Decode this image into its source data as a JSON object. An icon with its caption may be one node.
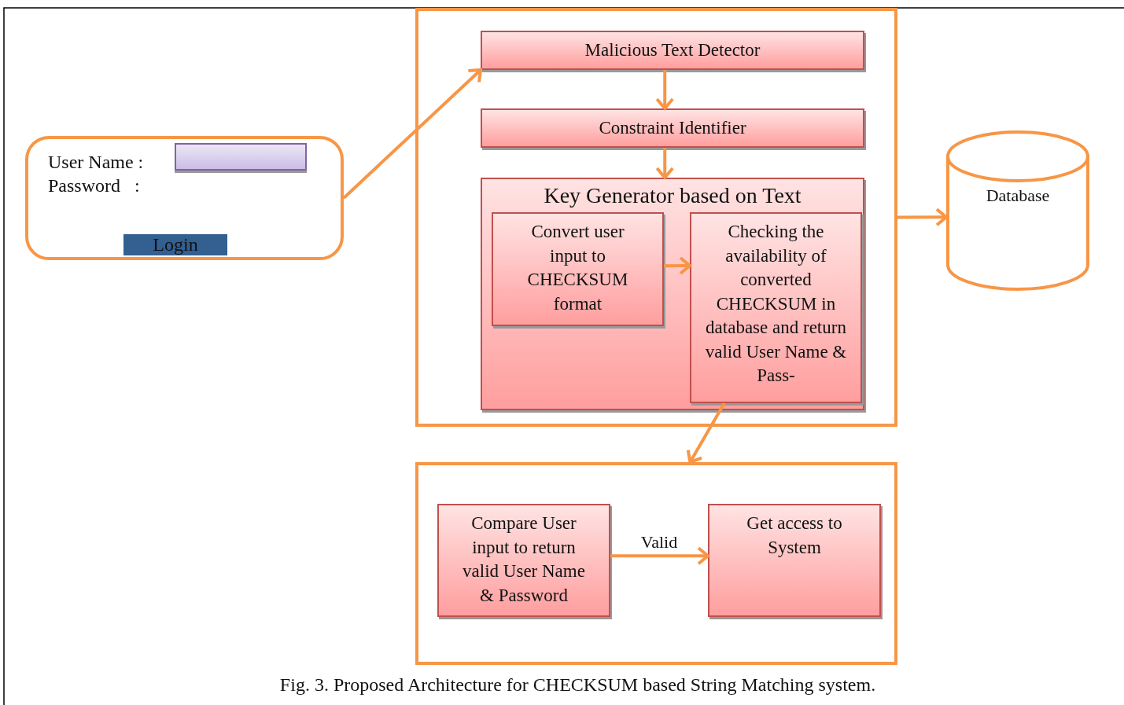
{
  "diagram": {
    "caption": "Fig. 3. Proposed Architecture for CHECKSUM based String Matching system.",
    "nodes": [
      {
        "text": [
          "User Name :",
          "Password   :"
        ]
      },
      {
        "text": [
          "Login"
        ],
        "in": 0
      },
      {
        "text": [],
        "shape": "box"
      },
      {
        "text": [
          "Malicious Text Detector"
        ],
        "in": 2
      },
      {
        "text": [
          "Constraint Identifier"
        ],
        "in": 2
      },
      {
        "text": [
          "Key Generator based on Text"
        ],
        "in": 2
      },
      {
        "text": [
          "Convert user input to CHECKSUM format"
        ],
        "in": 5
      },
      {
        "text": [
          "Checking the availability of converted CHECKSUM in database and return valid User Name & Pass-"
        ],
        "in": 5
      },
      {
        "text": [
          "Database"
        ]
      },
      {
        "text": [],
        "shape": "box"
      },
      {
        "text": [
          "Compare User input to return valid User Name & Password"
        ],
        "in": 9
      },
      {
        "text": [
          "Get access to System"
        ],
        "in": 9
      }
    ],
    "edges": [
      {
        "from": 0,
        "to": 3,
        "arrow": "to"
      },
      {
        "from": 3,
        "to": 4,
        "arrow": "to"
      },
      {
        "from": 4,
        "to": 5,
        "arrow": "to"
      },
      {
        "from": 6,
        "to": 7,
        "arrow": "to"
      },
      {
        "from": 2,
        "to": 8,
        "arrow": "to"
      },
      {
        "from": 7,
        "to": 9,
        "arrow": "to"
      },
      {
        "from": 10,
        "to": 11,
        "arrow": "to",
        "label": "Valid"
      }
    ]
  }
}
